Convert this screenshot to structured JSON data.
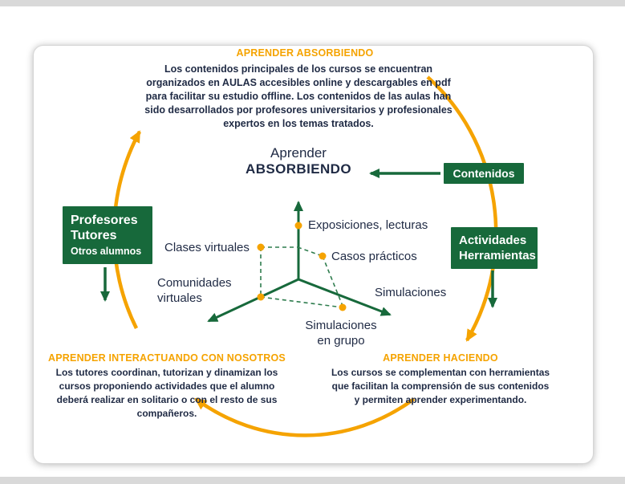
{
  "colors": {
    "orange": "#F5A300",
    "green": "#17693B",
    "navy": "#1F2A44"
  },
  "sections": {
    "top": {
      "heading": "APRENDER ABSORBIENDO",
      "body": "Los contenidos principales de los cursos se encuentran\norganizados en AULAS accesibles online y descargables en pdf\npara facilitar su estudio offline. Los contenidos de las aulas han\nsido desarrollados por profesores universitarios y profesionales\nexpertos en los temas tratados."
    },
    "bottom_left": {
      "heading": "APRENDER INTERACTUANDO CON NOSOTROS",
      "body": "Los tutores coordinan, tutorizan y dinamizan los\ncursos proponiendo actividades que el alumno\ndeberá realizar en solitario o con el resto de sus\ncompañeros."
    },
    "bottom_right": {
      "heading": "APRENDER HACIENDO",
      "body": "Los cursos se complementan con herramientas\nque facilitan la comprensión de sus contenidos\ny permiten aprender experimentando."
    }
  },
  "center": {
    "title_line1": "Aprender",
    "title_line2": "ABSORBIENDO"
  },
  "boxes": {
    "contenidos": {
      "label": "Contenidos"
    },
    "profesores": {
      "line1": "Profesores",
      "line2": "Tutores",
      "line3": "Otros alumnos"
    },
    "actividades": {
      "line1": "Actividades",
      "line2": "Herramientas"
    }
  },
  "axis_labels": {
    "exposiciones": "Exposiciones, lecturas",
    "clases": "Clases virtuales",
    "casos": "Casos prácticos",
    "comunidades": "Comunidades\nvirtuales",
    "simulaciones": "Simulaciones",
    "simulaciones_grupo": "Simulaciones\nen grupo"
  }
}
